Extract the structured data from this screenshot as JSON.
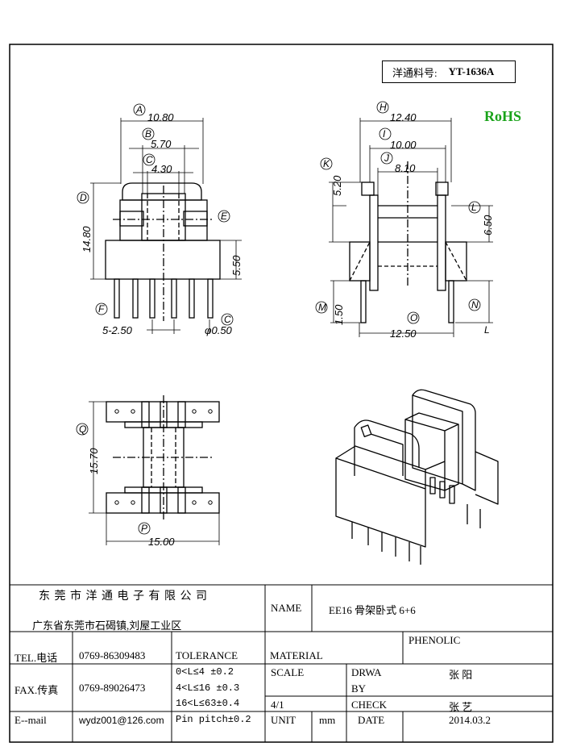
{
  "header": {
    "part_label": "洋通料号:",
    "part_number": "YT-1636A",
    "rohs": "RoHS"
  },
  "drawing": {
    "front": {
      "A": "A",
      "B": "B",
      "C": "C",
      "D": "D",
      "E": "E",
      "F": "F",
      "C2": "C",
      "dim_A": "10.80",
      "dim_B": "5.70",
      "dim_C": "4.30",
      "dim_D": "14.80",
      "dim_E": "5.50",
      "pitch": "5-2.50",
      "pin_dia": "φ0.50"
    },
    "side": {
      "H": "H",
      "I": "I",
      "J": "J",
      "K": "K",
      "L": "L",
      "M": "M",
      "N": "N",
      "O": "O",
      "Lsym": "L",
      "dim_H": "12.40",
      "dim_I": "10.00",
      "dim_J": "8.10",
      "dim_K": "5.20",
      "dim_L": "6.50",
      "dim_M": "1.50",
      "dim_O": "12.50"
    },
    "bottom": {
      "Q": "Q",
      "P": "P",
      "dim_Q": "15.70",
      "dim_P": "15.00"
    }
  },
  "title_block": {
    "company": "东 莞 市 洋 通 电 子 有 限 公 司",
    "address": "广东省东莞市石碣镇,刘屋工业区",
    "name_label": "NAME",
    "name_value": "EE16 骨架卧式 6+6",
    "tel_label": "TEL.电话",
    "tel_value": "0769-86309483",
    "tolerance_label": "TOLERANCE",
    "material_label": "MATERIAL",
    "material_value": "PHENOLIC",
    "fax_label": "FAX.传真",
    "fax_value": "0769-89026473",
    "tol_1": "0<L≤4  ±0.2",
    "tol_2": "4<L≤16 ±0.3",
    "tol_3": "16<L≤63±0.4",
    "tol_4": "Pin pitch±0.2",
    "scale_label": "SCALE",
    "scale_value": "4/1",
    "drawn_label_1": "DRWA",
    "drawn_label_2": "BY",
    "drawn_value": "张 阳",
    "check_label": "CHECK",
    "check_value": "张 艺",
    "email_label": "E--mail",
    "email_value": "wydz001@126.com",
    "unit_label": "UNIT",
    "unit_value": "mm",
    "date_label": "DATE",
    "date_value": "2014.03.2"
  }
}
